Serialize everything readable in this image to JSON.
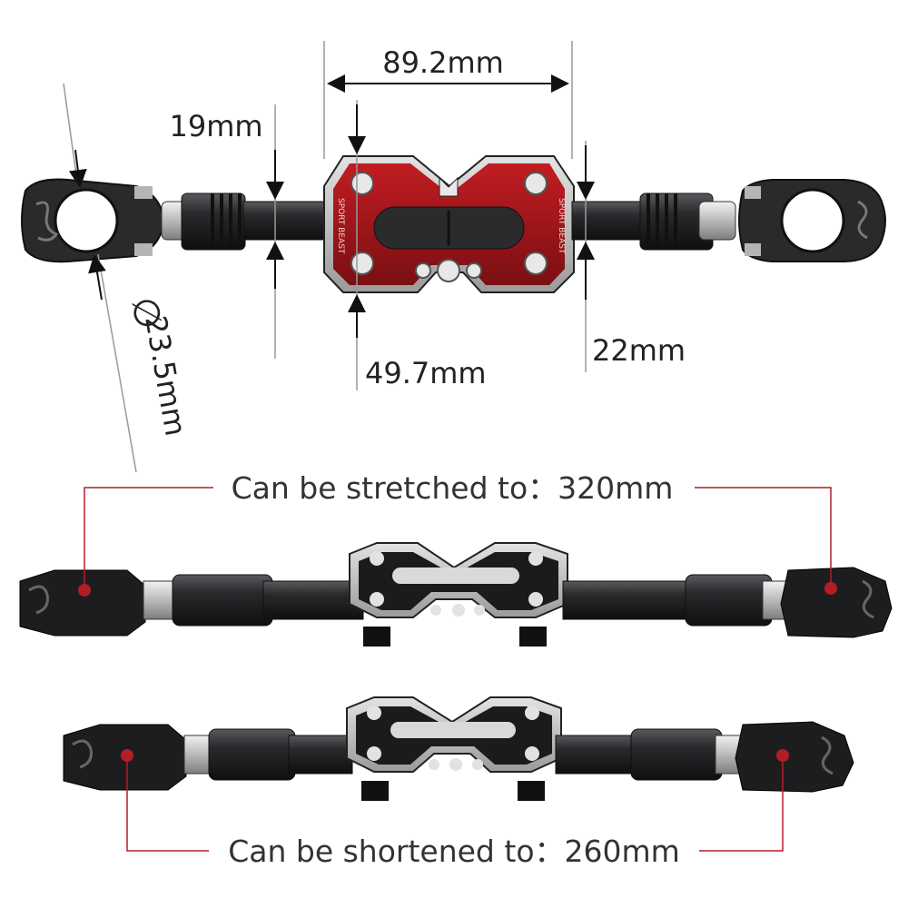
{
  "dimensions": {
    "clamp_span": "89.2mm",
    "tube_left": "19mm",
    "clamp_diameter": "23.5mm",
    "clamp_diameter_symbol": "∅",
    "base_height": "49.7mm",
    "tube_right": "22mm"
  },
  "captions": {
    "stretched": "Can be stretched to：320mm",
    "shortened": "Can be shortened to：260mm"
  },
  "engraving": {
    "left": "SPORT BEAST",
    "right": "SPORT BEAST"
  },
  "colors": {
    "plate_red": "#a3161b",
    "plate_silver": "#c9c9c9",
    "body_black": "#1d1d1f",
    "dimension_line": "#111111",
    "callout_red": "#b11e24"
  }
}
